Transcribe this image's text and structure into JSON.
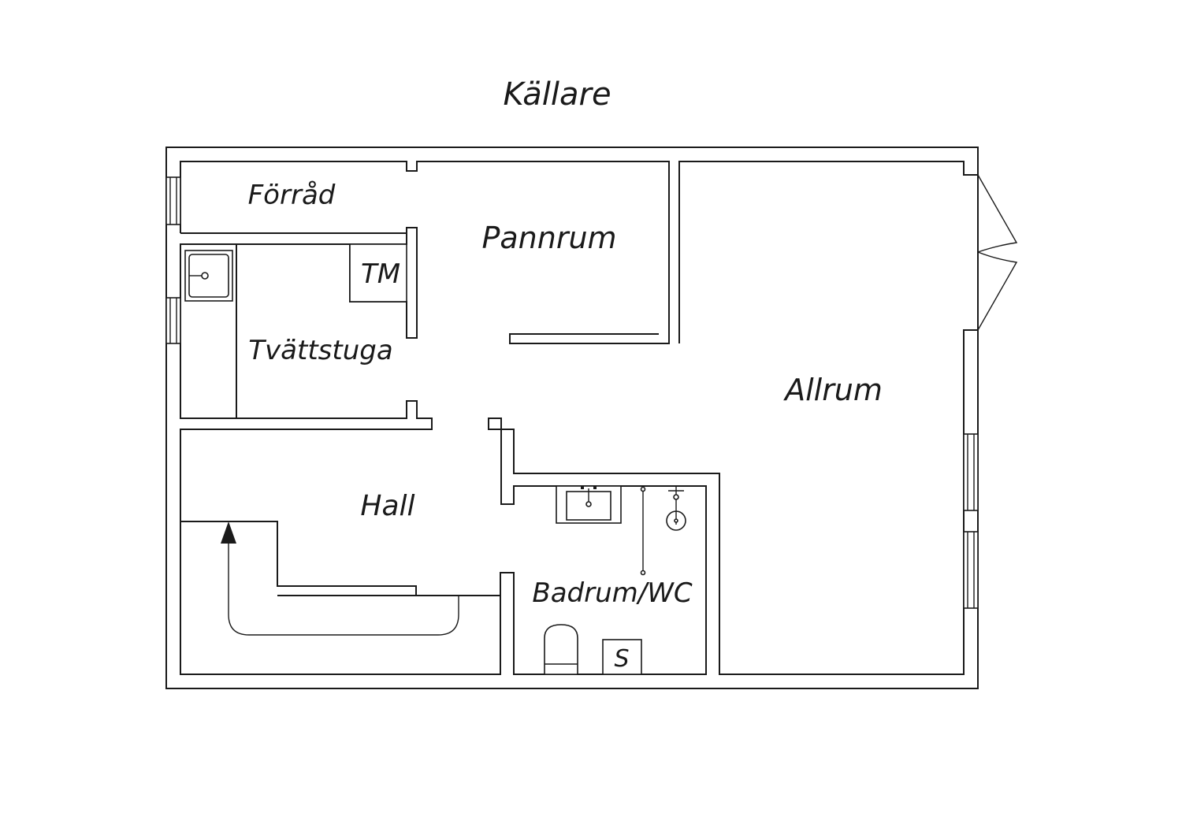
{
  "plan": {
    "title": "Källare",
    "rooms": {
      "forrad": "Förråd",
      "pannrum": "Pannrum",
      "tvattstuga": "Tvättstuga",
      "allrum": "Allrum",
      "hall": "Hall",
      "badrum": "Badrum/WC"
    },
    "fixtures": {
      "tm": "TM",
      "s": "S"
    }
  }
}
